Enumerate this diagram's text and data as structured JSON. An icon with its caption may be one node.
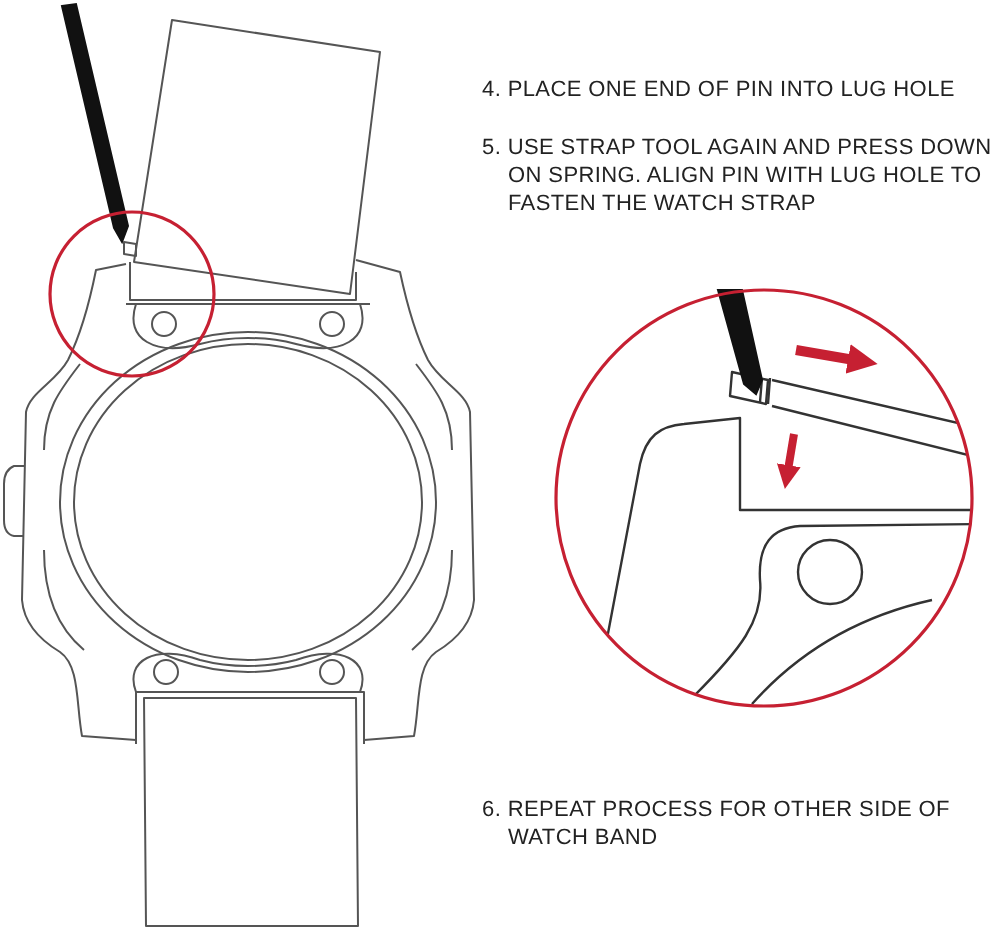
{
  "diagram": {
    "labels": [
      "4. PLACE ONE END OF PIN INTO LUG HOLE",
      "5. USE STRAP TOOL AGAIN AND PRESS DOWN ON SPRING. ALIGN PIN WITH LUG HOLE TO FASTEN THE WATCH STRAP",
      "6. REPEAT PROCESS FOR OTHER SIDE OF WATCH BAND"
    ]
  }
}
